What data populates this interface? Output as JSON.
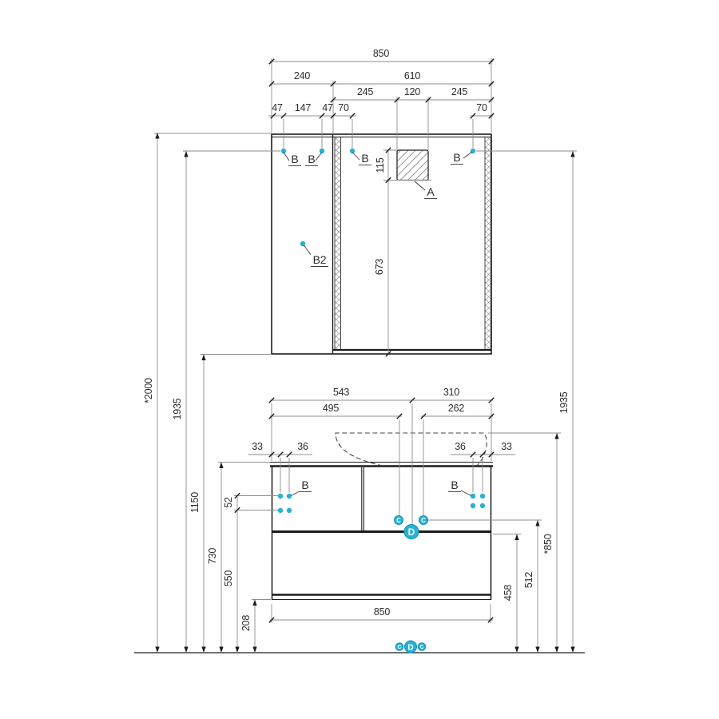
{
  "drawing": {
    "type": "installation-scheme-technical-drawing",
    "colors": {
      "accent_marker": "#28b1d3",
      "line": "#1c1c1c",
      "dim_line": "#8e8e8e"
    },
    "dims": {
      "top": {
        "overall": "850",
        "left_section": "240",
        "right_section": "610",
        "mirror_left": "245",
        "mirror_center": "120",
        "mirror_right": "245",
        "offset_47a": "47",
        "offset_147": "147",
        "offset_47b": "47",
        "offset_70a": "70",
        "offset_70b": "70",
        "cutout_height": "115",
        "door_height": "673"
      },
      "left": {
        "total": "*2000",
        "hinge_height": "1935",
        "cabinet_bottom": "1150",
        "counter_height": "730",
        "hinge_row": "550",
        "hinge_gap": "52",
        "bottom_clearance": "208"
      },
      "right": {
        "hinge_height": "1935",
        "worktop": "*850",
        "c_level": "512",
        "drawer_section": "458"
      },
      "vanity": {
        "d_left": "543",
        "d_right": "310",
        "c_left": "495",
        "c_right": "262",
        "edge_left": "33",
        "hinge_left": "36",
        "hinge_right": "36",
        "edge_right": "33",
        "width": "850"
      }
    },
    "markers": {
      "a": "A",
      "b": "B",
      "b2": "B2",
      "c": "C",
      "d": "D"
    }
  }
}
